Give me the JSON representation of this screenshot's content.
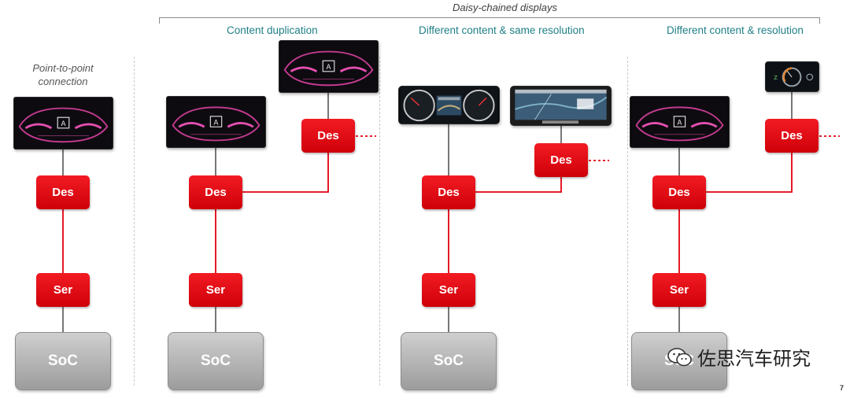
{
  "header": {
    "daisy_title": "Daisy-chained displays"
  },
  "sections": [
    {
      "title": "Point-to-point connection"
    },
    {
      "title": "Content duplication"
    },
    {
      "title": "Different content & same resolution"
    },
    {
      "title": "Different content & resolution"
    }
  ],
  "labels": {
    "des": "Des",
    "ser": "Ser",
    "soc": "SoC",
    "continuation": "····"
  },
  "colors": {
    "chip_red": "#e3000f",
    "link_red": "#e3000f",
    "section_teal": "#1f7f86",
    "soc_gray": "#b3b3b3"
  },
  "footer": {
    "page_number": "7",
    "watermark": "佐思汽车研究"
  },
  "icons": {
    "watermark_logo": "wechat-icon"
  }
}
